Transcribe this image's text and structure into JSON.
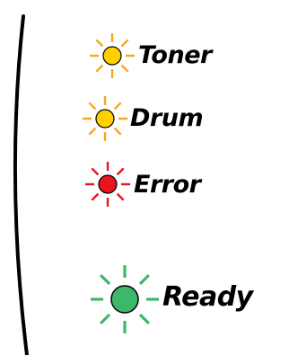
{
  "panel": {
    "leds": [
      {
        "id": "toner",
        "label": "Toner",
        "color": "#FFD000",
        "ray_color": "#F5A623",
        "state": "blinking"
      },
      {
        "id": "drum",
        "label": "Drum",
        "color": "#FFD000",
        "ray_color": "#F5A623",
        "state": "blinking"
      },
      {
        "id": "error",
        "label": "Error",
        "color": "#E8141E",
        "ray_color": "#E8141E",
        "state": "blinking"
      },
      {
        "id": "ready",
        "label": "Ready",
        "color": "#3DB86A",
        "ray_color": "#3DB86A",
        "state": "blinking"
      }
    ],
    "outline_color": "#000000"
  }
}
